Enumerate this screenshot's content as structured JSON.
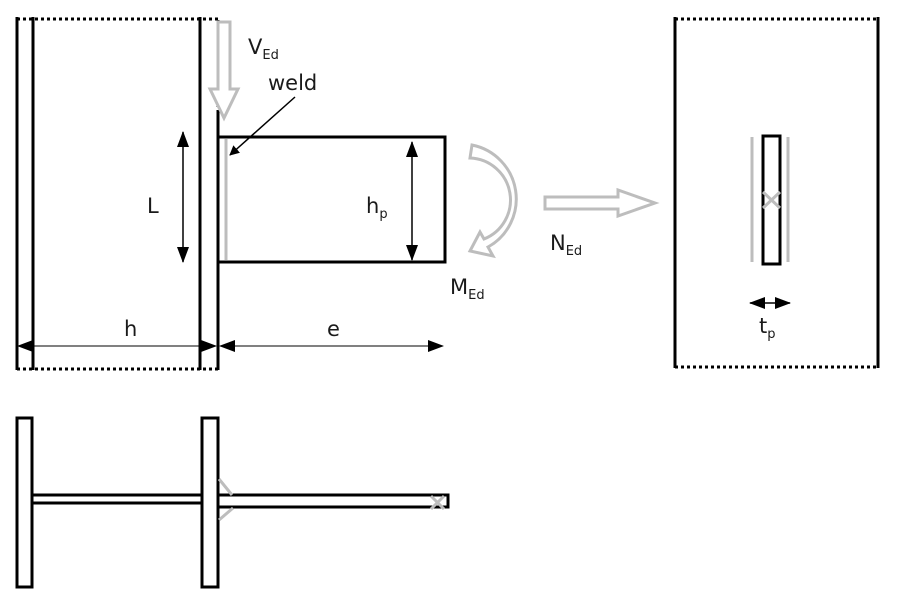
{
  "labels": {
    "shear_force": {
      "main": "V",
      "sub": "Ed"
    },
    "weld": "weld",
    "weld_length": "L",
    "plate_height": {
      "main": "h",
      "sub": "p"
    },
    "moment": {
      "main": "M",
      "sub": "Ed"
    },
    "axial_force": {
      "main": "N",
      "sub": "Ed"
    },
    "column_depth": "h",
    "eccentricity": "e",
    "plate_thickness": {
      "main": "t",
      "sub": "p"
    }
  },
  "colors": {
    "structure": "#000000",
    "loads_and_welds": "#bdbdbd"
  }
}
